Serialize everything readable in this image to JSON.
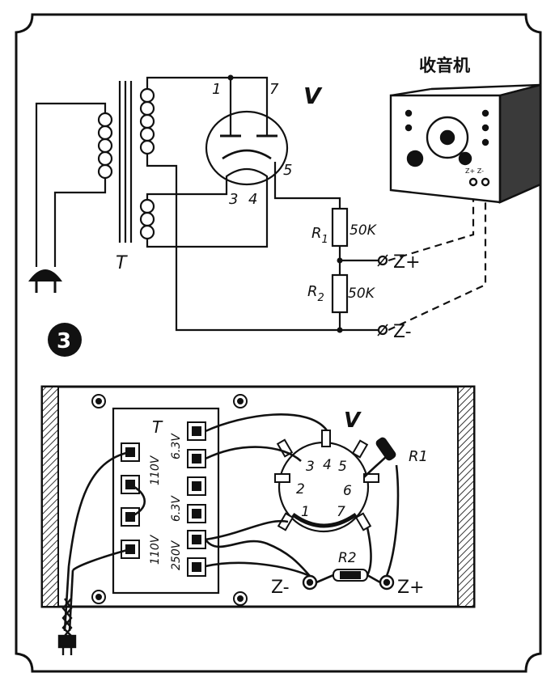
{
  "figure_number": "3",
  "radio_label": "收音机",
  "schematic": {
    "transformer_label": "T",
    "tube_label": "V",
    "pins": {
      "p1": "1",
      "p7": "7",
      "p3": "3",
      "p4": "4",
      "p5": "5"
    },
    "r1": {
      "label": "R",
      "sub": "1",
      "value": "50K"
    },
    "r2": {
      "label": "R",
      "sub": "2",
      "value": "50K"
    },
    "terminal_plus": "Z+",
    "terminal_minus": "Z-",
    "radio_terminals": "Z+ Z-"
  },
  "wiring": {
    "transformer_label": "T",
    "tube_label": "V",
    "r1_label": "R1",
    "r2_label": "R2",
    "voltages": [
      "110V",
      "6.3V",
      "6.3V",
      "110V",
      "250V"
    ],
    "socket_pins": [
      "1",
      "2",
      "3",
      "4",
      "5",
      "6",
      "7"
    ],
    "terminal_minus": "Z-",
    "terminal_plus": "Z+"
  },
  "colors": {
    "ink": "#111111",
    "paper": "#ffffff",
    "hatch": "#555555"
  }
}
